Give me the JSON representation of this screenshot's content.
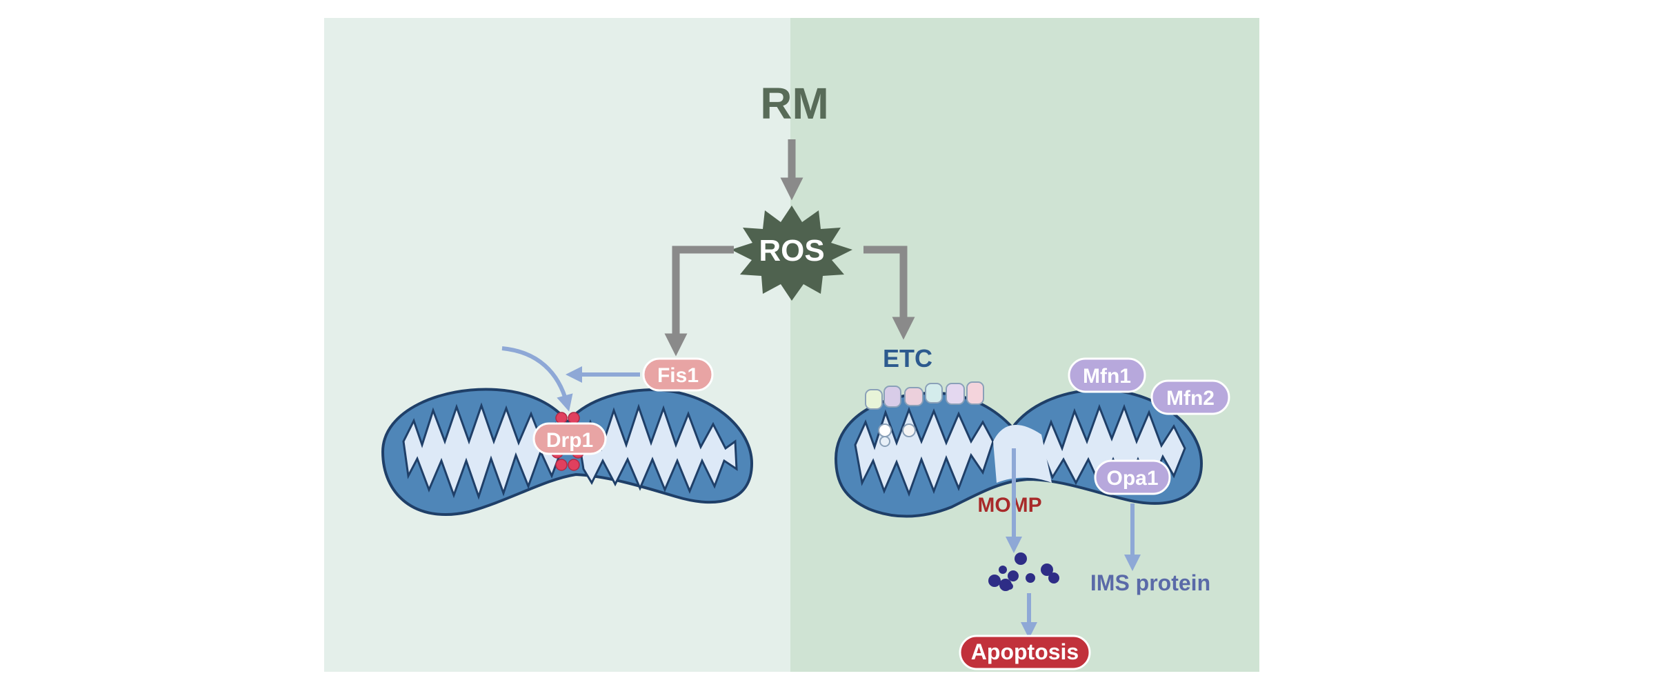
{
  "labels": {
    "rm": "RM",
    "ros": "ROS",
    "fis1": "Fis1",
    "drp1": "Drp1",
    "etc": "ETC",
    "mfn1": "Mfn1",
    "mfn2": "Mfn2",
    "opa1": "Opa1",
    "momp": "MOMP",
    "ims_protein": "IMS protein",
    "apoptosis": "Apoptosis"
  },
  "colors": {
    "left_panel": "#e4efea",
    "right_panel": "#cfe3d3",
    "rm_text": "#586b58",
    "ros_star": "#4f624f",
    "gray_arrow": "#8a8a8a",
    "mito_outer": "#4f86b8",
    "mito_border": "#1f3f68",
    "mito_inner": "#dde9f7",
    "pink_label": "#e8a4a4",
    "drp1_beads": "#e0405e",
    "etc_text": "#2d5a8e",
    "purple_label": "#b7a8dc",
    "momp_text": "#a82a2a",
    "blue_arrow": "#8ea8d6",
    "ims_text": "#5a6aa8",
    "cytc": "#2e2d86",
    "apoptosis_fill": "#c1313b"
  }
}
